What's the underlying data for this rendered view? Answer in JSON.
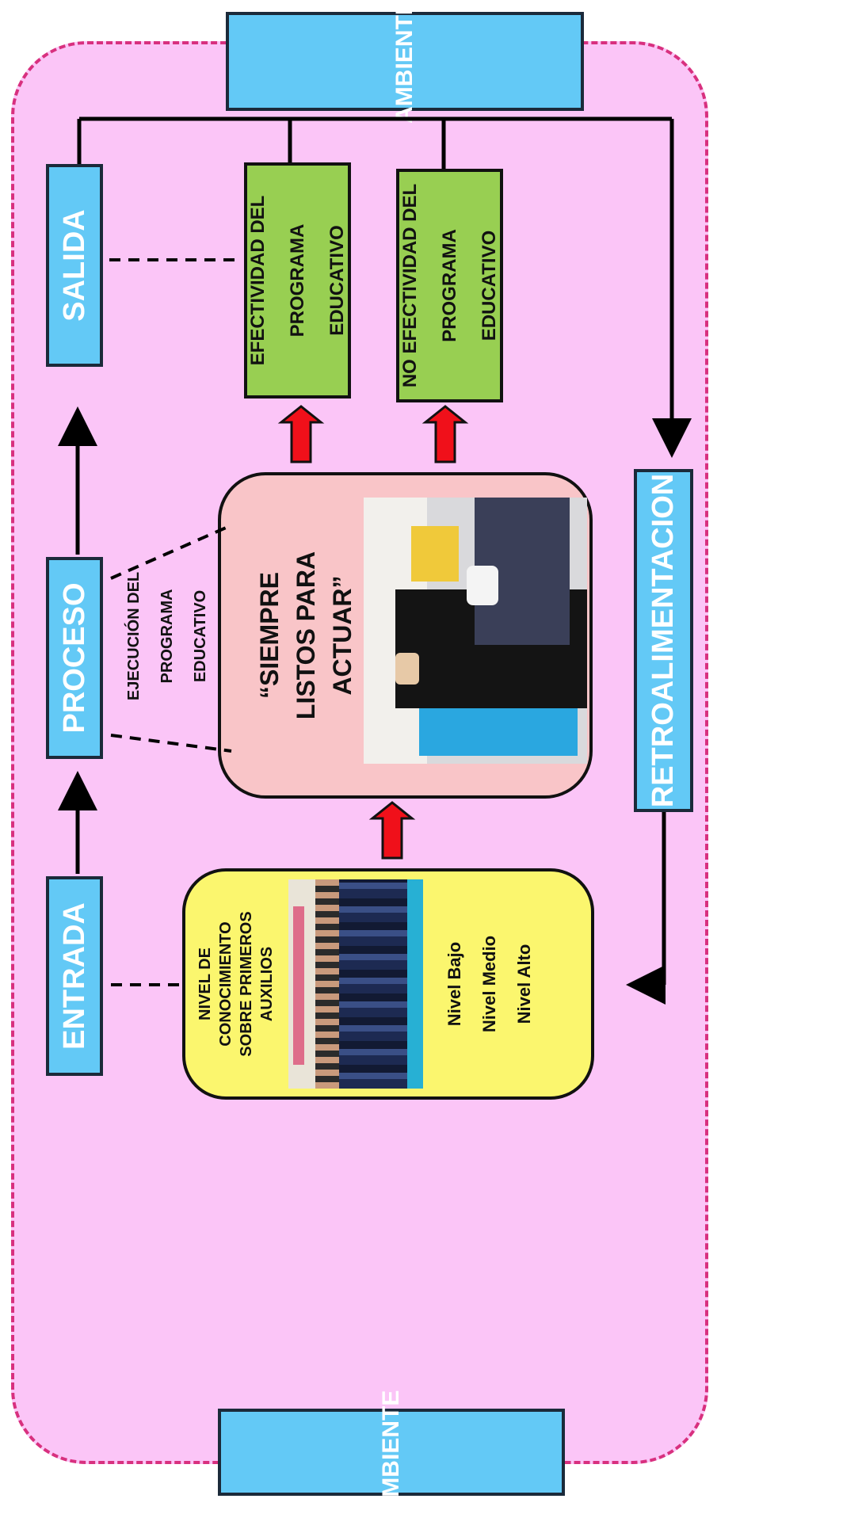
{
  "environment": {
    "letters": [
      "A",
      "M",
      "B",
      "I",
      "E",
      "N",
      "T",
      "E"
    ]
  },
  "stages": {
    "entrada": "ENTRADA",
    "proceso": "PROCESO",
    "salida": "SALIDA",
    "retro": "RETROALIMENTACION"
  },
  "input_box": {
    "title_lines": [
      "NIVEL DE",
      "CONOCIMIENTO",
      "SOBRE PRIMEROS",
      "AUXILIOS"
    ],
    "levels": [
      "Nivel Bajo",
      "Nivel Medio",
      "Nivel Alto"
    ]
  },
  "execution_label_lines": [
    "EJECUCIÓN DEL",
    "PROGRAMA",
    "EDUCATIVO"
  ],
  "program_box": {
    "title_lines": [
      "“SIEMPRE",
      "LISTOS PARA",
      "ACTUAR”"
    ]
  },
  "outputs": {
    "effective_lines": [
      "EFECTIVIDAD DEL",
      "PROGRAMA",
      "EDUCATIVO"
    ],
    "not_effective_lines": [
      "NO EFECTIVIDAD DEL",
      "PROGRAMA",
      "EDUCATIVO"
    ]
  },
  "colors": {
    "blue": "#63c9f6",
    "green": "#98cf52",
    "yellow": "#fbf66e",
    "pink_env": "#fbc5f7",
    "red_arrow": "#f0101a"
  }
}
